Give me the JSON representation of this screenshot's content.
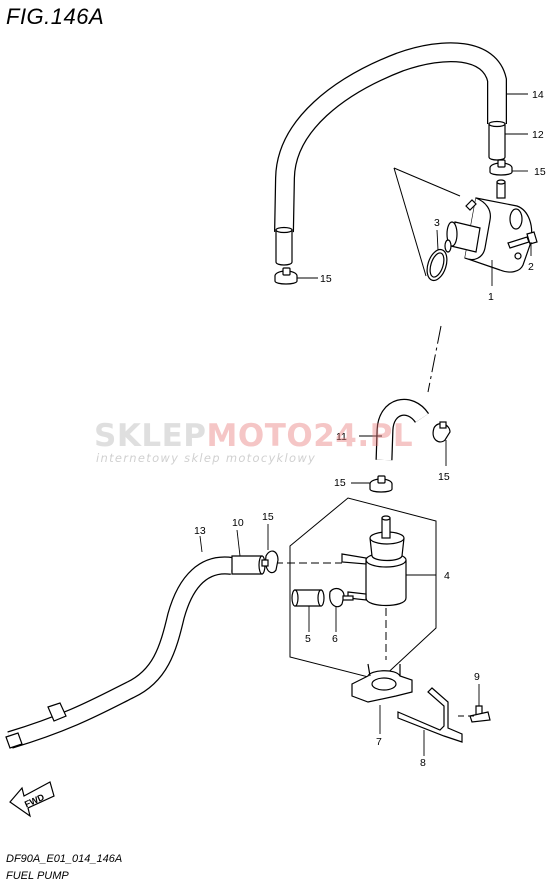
{
  "figure": {
    "title": "FIG.146A"
  },
  "footer": {
    "code": "DF90A_E01_014_146A",
    "name": "FUEL PUMP"
  },
  "watermark": {
    "brand_gray": "SKLEP",
    "brand_red": "MOTO",
    "brand_tail": "24.PL",
    "tagline": "internetowy sklep motocyklowy"
  },
  "direction": {
    "label": "FWD"
  },
  "callouts": {
    "c14": "14",
    "c12": "12",
    "c15a": "15",
    "c3": "3",
    "c2": "2",
    "c1": "1",
    "c15b": "15",
    "c11": "11",
    "c15c": "15",
    "c15d": "15",
    "c13": "13",
    "c10": "10",
    "c15e": "15",
    "c4": "4",
    "c5": "5",
    "c6": "6",
    "c7": "7",
    "c8": "8",
    "c9": "9"
  }
}
